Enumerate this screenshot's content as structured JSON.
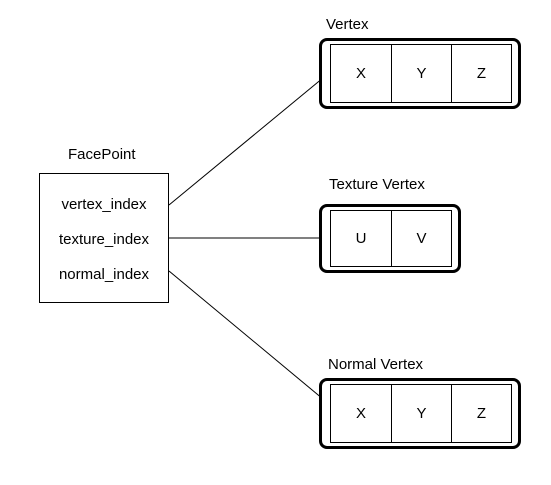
{
  "facepoint": {
    "title": "FacePoint",
    "fields": [
      "vertex_index",
      "texture_index",
      "normal_index"
    ]
  },
  "vertex": {
    "title": "Vertex",
    "cells": [
      "X",
      "Y",
      "Z"
    ]
  },
  "texture_vertex": {
    "title": "Texture Vertex",
    "cells": [
      "U",
      "V"
    ]
  },
  "normal_vertex": {
    "title": "Normal Vertex",
    "cells": [
      "X",
      "Y",
      "Z"
    ]
  },
  "colors": {
    "stroke": "#000000",
    "background": "#ffffff"
  }
}
